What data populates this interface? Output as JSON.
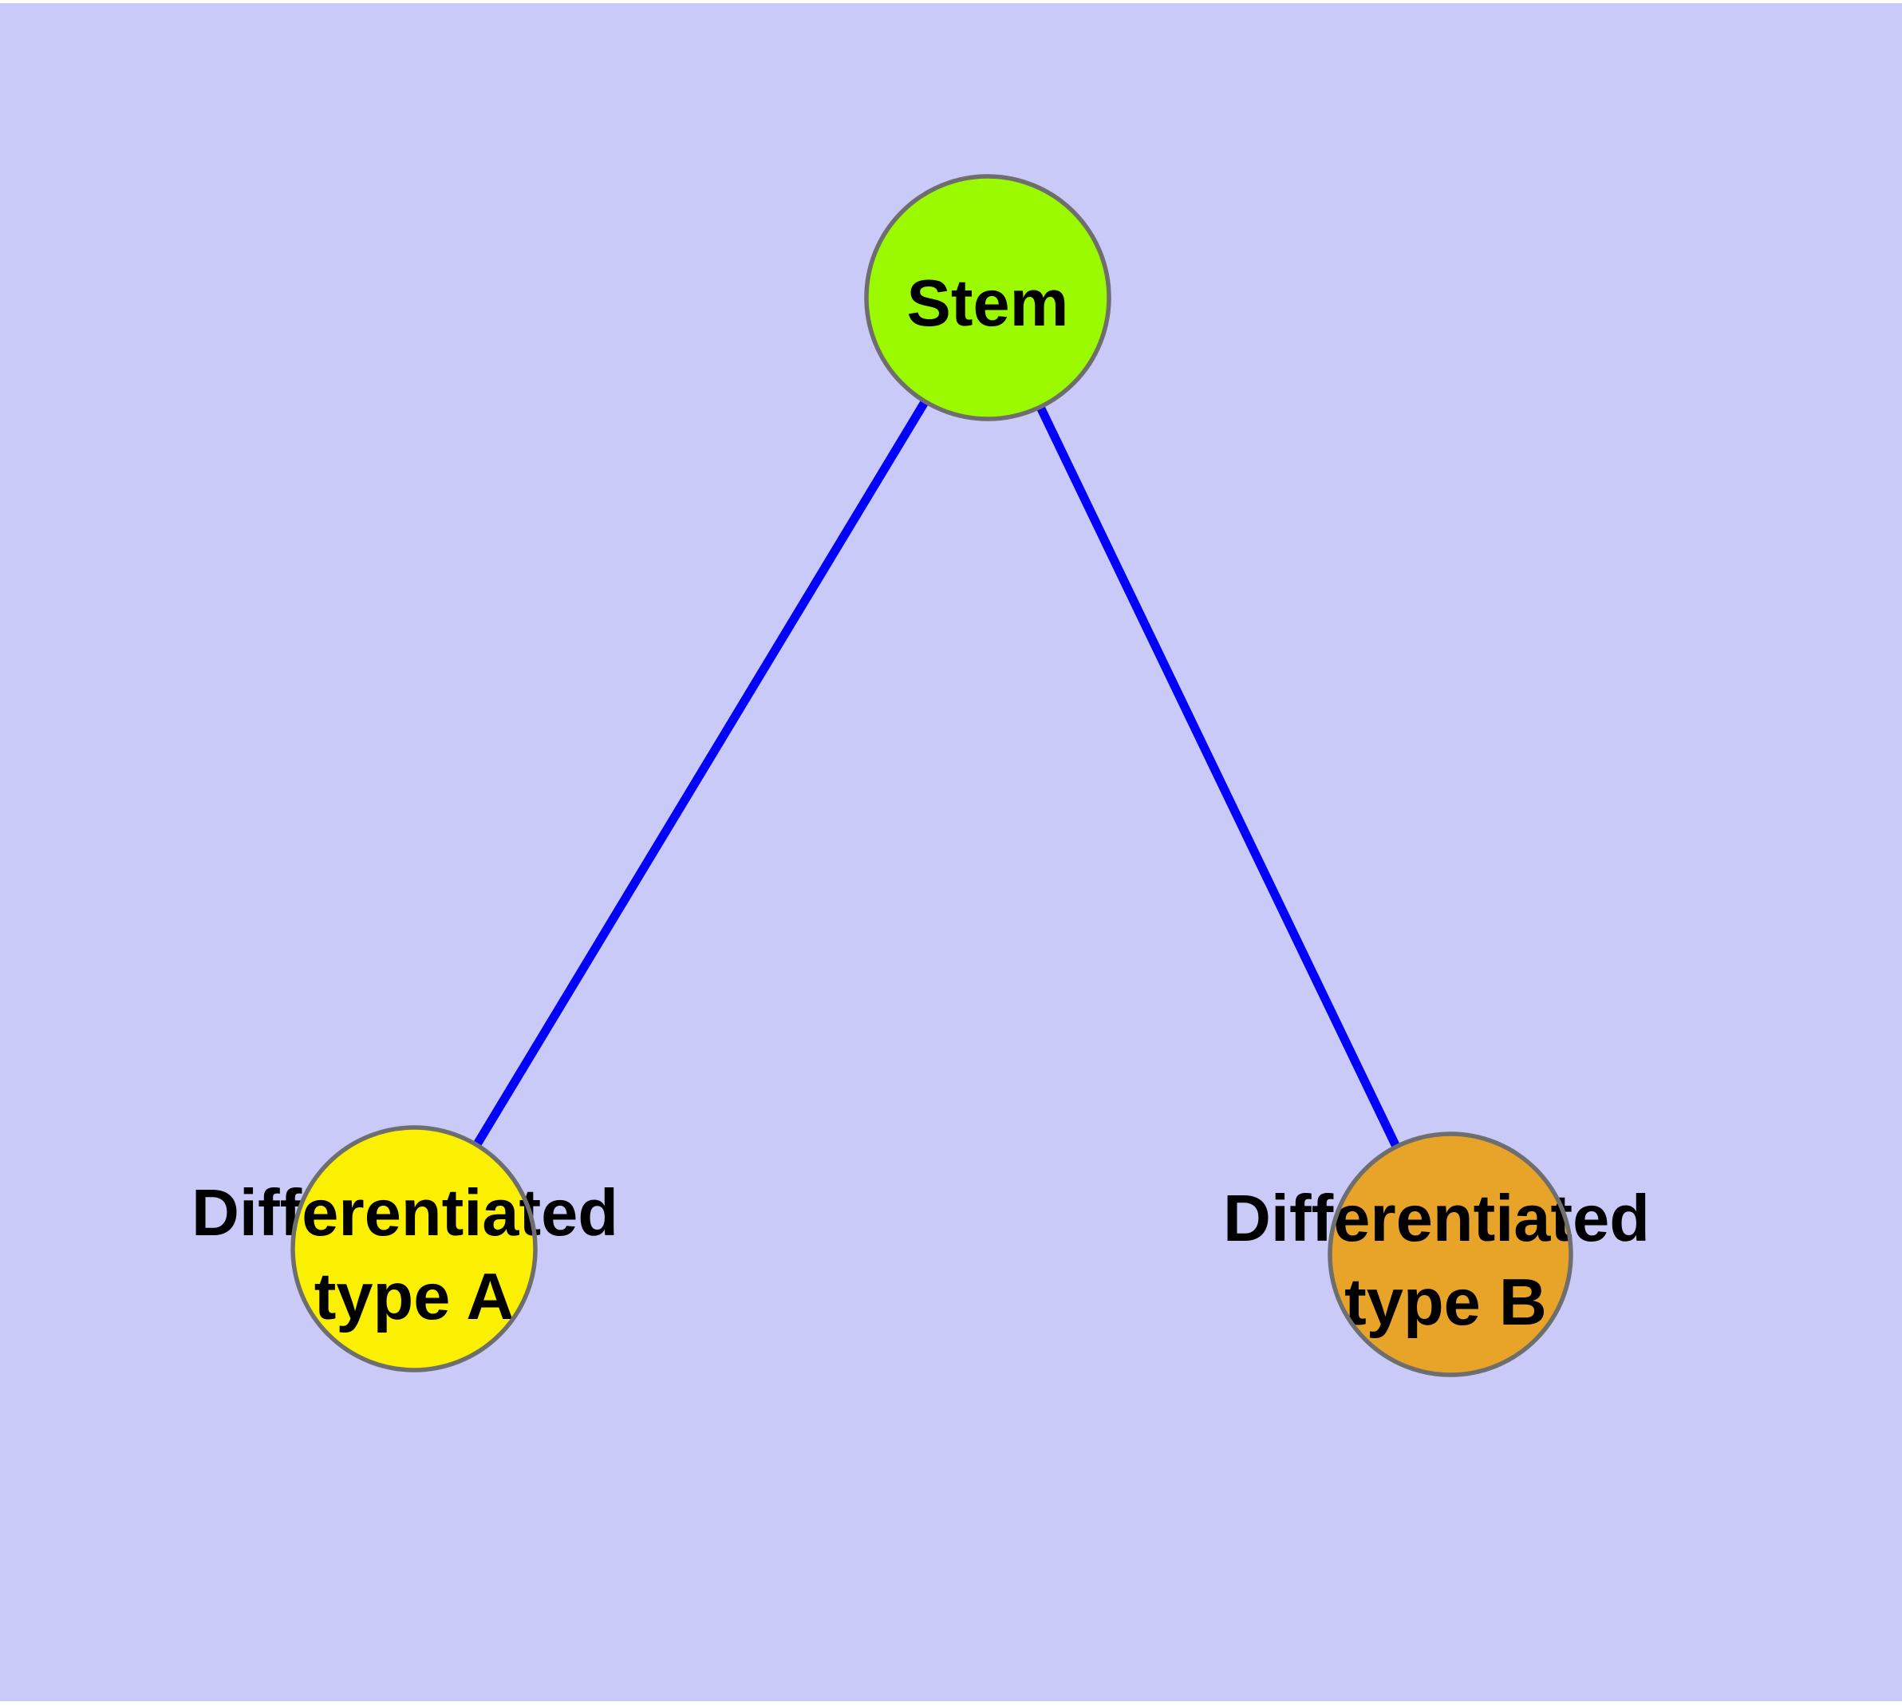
{
  "diagram": {
    "title": "stem cell differentiation graph",
    "colors": {
      "background": "#CACAF9",
      "page_margin": "#FFFFFF",
      "edge": "#0202FA",
      "node_border": "#6E6E6E",
      "label_text": "#000000",
      "stem_fill": "#9BFA00",
      "type_a_fill": "#FBF000",
      "type_b_fill": "#E8A329"
    },
    "nodes": [
      {
        "id": "stem",
        "label": "Stem",
        "label_line1": "Stem",
        "label_line2": "",
        "fill": "#9BFA00"
      },
      {
        "id": "type-a",
        "label": "Differentiated type A",
        "label_line1": "Differentiated",
        "label_line2": "type A",
        "fill": "#FBF000"
      },
      {
        "id": "type-b",
        "label": "Differentiated type B",
        "label_line1": "Differentiated",
        "label_line2": "type B",
        "fill": "#E8A329"
      }
    ],
    "edges": [
      {
        "from": "Stem",
        "to": "Differentiated type A"
      },
      {
        "from": "Stem",
        "to": "Differentiated type B"
      }
    ]
  }
}
